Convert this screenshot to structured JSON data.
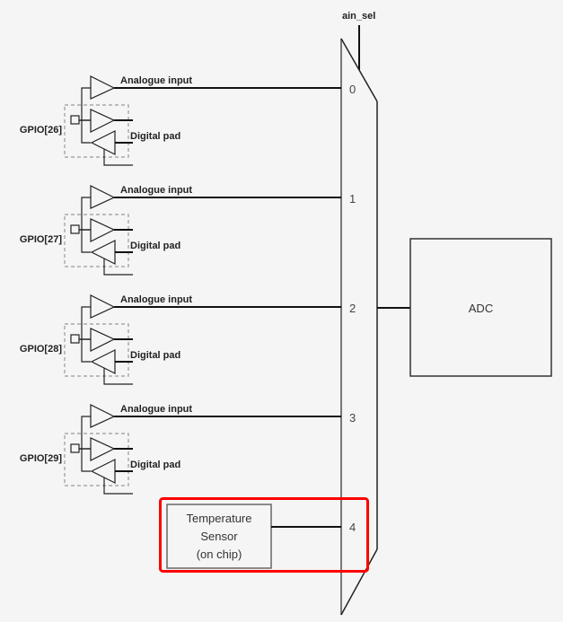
{
  "mux": {
    "select_label": "ain_sel",
    "inputs": [
      "0",
      "1",
      "2",
      "3",
      "4"
    ]
  },
  "gpio_blocks": [
    {
      "name": "GPIO[26]",
      "analogue_label": "Analogue input",
      "digital_label": "Digital pad"
    },
    {
      "name": "GPIO[27]",
      "analogue_label": "Analogue input",
      "digital_label": "Digital pad"
    },
    {
      "name": "GPIO[28]",
      "analogue_label": "Analogue input",
      "digital_label": "Digital pad"
    },
    {
      "name": "GPIO[29]",
      "analogue_label": "Analogue input",
      "digital_label": "Digital pad"
    }
  ],
  "temperature_sensor": {
    "lines": [
      "Temperature",
      "Sensor",
      "(on chip)"
    ]
  },
  "adc": {
    "label": "ADC"
  },
  "highlight": {
    "color": "#ff0000",
    "target": "temperature_sensor"
  }
}
